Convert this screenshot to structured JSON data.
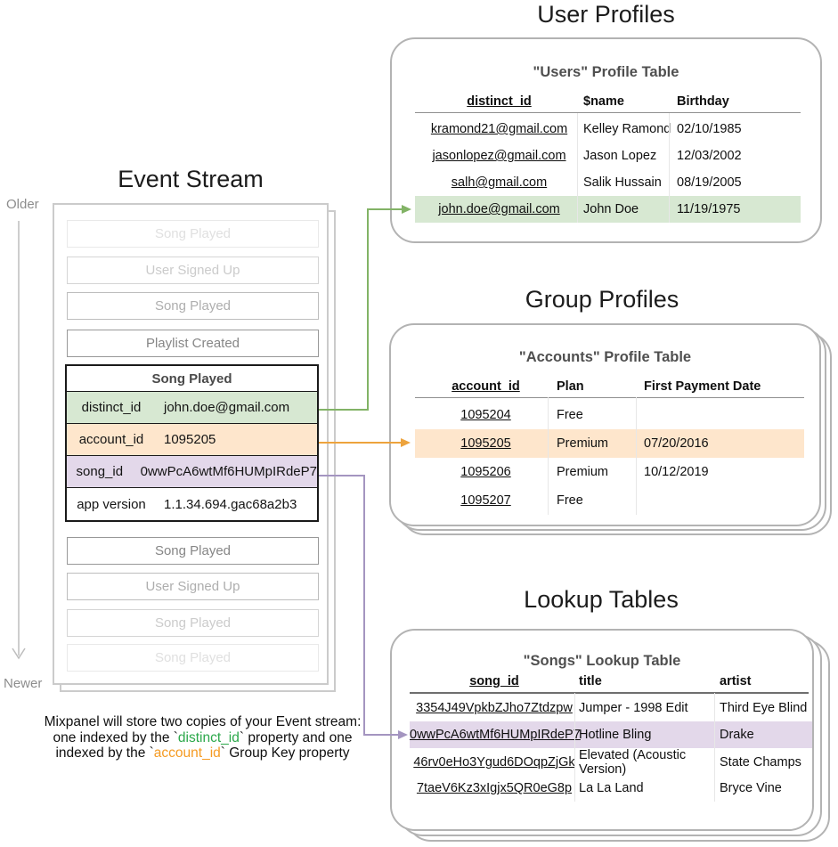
{
  "titles": {
    "event_stream": "Event Stream",
    "user_profiles": "User Profiles",
    "group_profiles": "Group Profiles",
    "lookup_tables": "Lookup Tables"
  },
  "timeline": {
    "older": "Older",
    "newer": "Newer"
  },
  "event_stream": {
    "events_before": [
      {
        "label": "Song Played",
        "tone": "faint"
      },
      {
        "label": "User Signed Up",
        "tone": "light"
      },
      {
        "label": "Song Played",
        "tone": "medium"
      },
      {
        "label": "Playlist Created",
        "tone": "strong"
      }
    ],
    "expanded_event": {
      "title": "Song Played",
      "properties": [
        {
          "key": "distinct_id",
          "value": "john.doe@gmail.com",
          "highlight": "green"
        },
        {
          "key": "account_id",
          "value": "1095205",
          "highlight": "orange"
        },
        {
          "key": "song_id",
          "value": "0wwPcA6wtMf6HUMpIRdeP7",
          "highlight": "purple"
        },
        {
          "key": "app version",
          "value": "1.1.34.694.gac68a2b3",
          "highlight": "none"
        }
      ]
    },
    "events_after": [
      {
        "label": "Song Played",
        "tone": "strong"
      },
      {
        "label": "User Signed Up",
        "tone": "medium"
      },
      {
        "label": "Song Played",
        "tone": "light"
      },
      {
        "label": "Song Played",
        "tone": "faint"
      }
    ]
  },
  "users_table": {
    "title": "\"Users\" Profile Table",
    "columns": [
      "distinct_id",
      "$name",
      "Birthday"
    ],
    "rows": [
      [
        "kramond21@gmail.com",
        "Kelley Ramond",
        "02/10/1985"
      ],
      [
        "jasonlopez@gmail.com",
        "Jason Lopez",
        "12/03/2002"
      ],
      [
        "salh@gmail.com",
        "Salik Hussain",
        "08/19/2005"
      ],
      [
        "john.doe@gmail.com",
        "John Doe",
        "11/19/1975"
      ]
    ],
    "highlighted_row": 3
  },
  "accounts_table": {
    "title": "\"Accounts\" Profile Table",
    "columns": [
      "account_id",
      "Plan",
      "First Payment Date"
    ],
    "rows": [
      [
        "1095204",
        "Free",
        ""
      ],
      [
        "1095205",
        "Premium",
        "07/20/2016"
      ],
      [
        "1095206",
        "Premium",
        "10/12/2019"
      ],
      [
        "1095207",
        "Free",
        ""
      ]
    ],
    "highlighted_row": 1
  },
  "songs_table": {
    "title": "\"Songs\" Lookup Table",
    "columns": [
      "song_id",
      "title",
      "artist"
    ],
    "rows": [
      [
        "3354J49VpkbZJho7Ztdzpw",
        "Jumper - 1998 Edit",
        "Third Eye Blind"
      ],
      [
        "0wwPcA6wtMf6HUMpIRdeP7",
        "Hotline Bling",
        "Drake"
      ],
      [
        "46rv0eHo3Ygud6DOqpZjGk",
        "Elevated (Acoustic Version)",
        "State Champs"
      ],
      [
        "7taeV6Kz3xIgjx5QR0eG8p",
        "La La Land",
        "Bryce Vine"
      ]
    ],
    "highlighted_row": 1
  },
  "caption": {
    "line1": "Mixpanel will store two copies of your Event stream:",
    "line2": {
      "prefix": "one indexed by the `",
      "keyword": "distinct_id",
      "suffix": "` property and one"
    },
    "line3": {
      "prefix": "indexed by the `",
      "keyword": "account_id",
      "suffix": "` Group Key property"
    }
  },
  "colors": {
    "green_fill": "#d7e8d2",
    "green_arrow": "#82b366",
    "orange_fill": "#fee6cc",
    "orange_arrow": "#eda33d",
    "purple_fill": "#e3d8ea",
    "purple_arrow": "#a495c0",
    "keyword_green": "#2ba84a",
    "keyword_orange": "#f59b23"
  }
}
